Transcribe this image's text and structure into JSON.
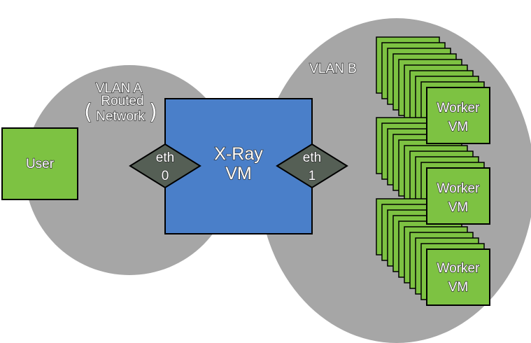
{
  "vlan_a": {
    "line1": "VLAN A",
    "line2": "Routed",
    "line3": "Network",
    "paren_open": "(",
    "paren_close": ")"
  },
  "vlan_b": {
    "label": "VLAN B"
  },
  "user": {
    "label": "User"
  },
  "xray": {
    "line1": "X-Ray",
    "line2": "VM"
  },
  "eth0": {
    "line1": "eth",
    "line2": "0"
  },
  "eth1": {
    "line1": "eth",
    "line2": "1"
  },
  "workers": [
    {
      "line1": "Worker",
      "line2": "VM"
    },
    {
      "line1": "Worker",
      "line2": "VM"
    },
    {
      "line1": "Worker",
      "line2": "VM"
    }
  ],
  "colors": {
    "vlan_fill": "#a6a6a6",
    "green": "#7dc242",
    "blue": "#4a7fc9",
    "eth": "#555f55",
    "outline": "#000000"
  }
}
